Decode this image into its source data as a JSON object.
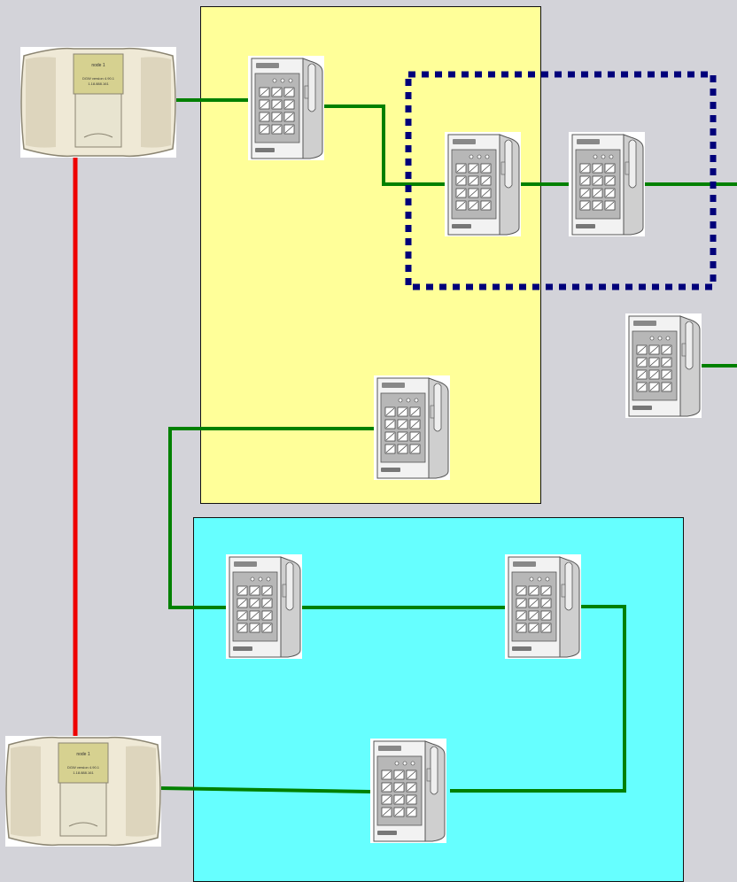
{
  "diagram": {
    "colors": {
      "background": "#d3d3d9",
      "zone_yellow": "#ffff99",
      "zone_cyan": "#66ffff",
      "bus_link": "#008000",
      "controller_link": "#ee0000",
      "group_outline": "#00007a"
    },
    "controllers": [
      {
        "id": "controller-top",
        "node": "node 1",
        "line1": "DGW version 4.90.1",
        "line2": "1.18.888.161"
      },
      {
        "id": "controller-bottom",
        "node": "node 1",
        "line1": "DGW version 4.90.1",
        "line2": "1.18.888.161"
      }
    ],
    "zones": [
      {
        "id": "zone-yellow",
        "color": "yellow"
      },
      {
        "id": "zone-cyan",
        "color": "cyan"
      }
    ],
    "group_outline": {
      "style": "dotted",
      "members": [
        "keypad-group-1",
        "keypad-group-2"
      ]
    },
    "keypads": [
      {
        "id": "keypad-yellow-top",
        "icon": "keypad-reader-icon"
      },
      {
        "id": "keypad-group-1",
        "icon": "keypad-reader-icon"
      },
      {
        "id": "keypad-group-2",
        "icon": "keypad-reader-icon"
      },
      {
        "id": "keypad-outside-right",
        "icon": "keypad-reader-icon"
      },
      {
        "id": "keypad-yellow-bottom",
        "icon": "keypad-reader-icon"
      },
      {
        "id": "keypad-cyan-left",
        "icon": "keypad-reader-icon"
      },
      {
        "id": "keypad-cyan-right",
        "icon": "keypad-reader-icon"
      },
      {
        "id": "keypad-cyan-bottom",
        "icon": "keypad-reader-icon"
      }
    ]
  }
}
